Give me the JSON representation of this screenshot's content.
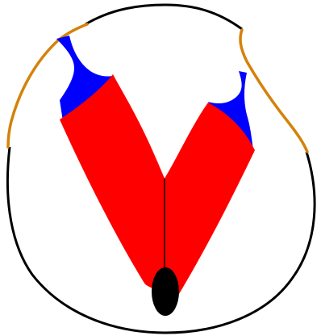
{
  "diagram": {
    "colors": {
      "background": "#ffffff",
      "circle_outline": "#000000",
      "arms": "#ff0000",
      "connectors": "#0000ff",
      "rim_arcs": "#d4820a",
      "base_ellipse": "#000000",
      "center_line": "#000000"
    },
    "parts": [
      "outer-circle",
      "left-rim-arc",
      "right-rim-arc",
      "left-connector",
      "right-connector",
      "left-arm",
      "right-arm",
      "center-line",
      "base-ellipse"
    ]
  }
}
